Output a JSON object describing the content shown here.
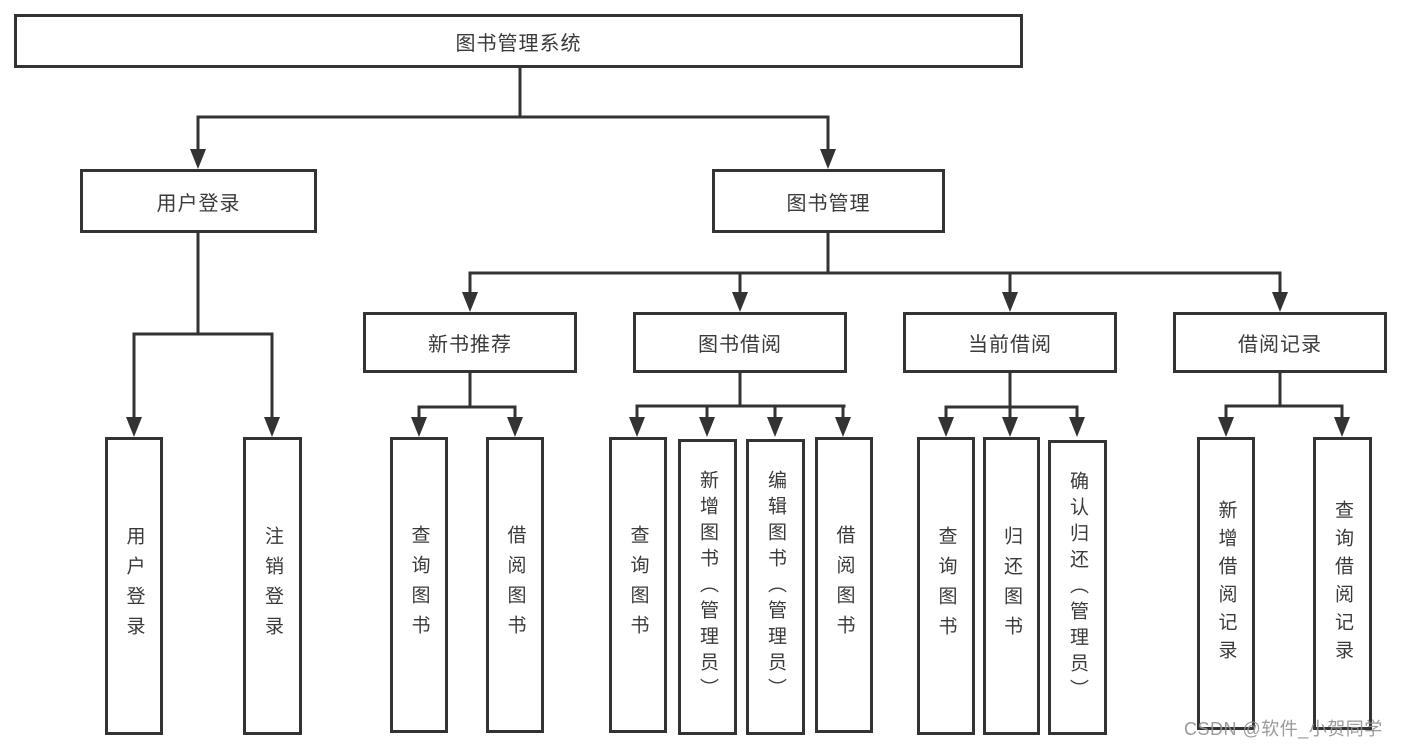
{
  "diagram": {
    "root": {
      "label": "图书管理系统"
    },
    "branches": [
      {
        "label": "用户登录",
        "children": [
          {
            "label": "用户登录"
          },
          {
            "label": "注销登录"
          }
        ]
      },
      {
        "label": "图书管理",
        "children": [
          {
            "label": "新书推荐",
            "children": [
              {
                "label": "查询图书"
              },
              {
                "label": "借阅图书"
              }
            ]
          },
          {
            "label": "图书借阅",
            "children": [
              {
                "label": "查询图书"
              },
              {
                "label": "新增图书（管理员）"
              },
              {
                "label": "编辑图书（管理员）"
              },
              {
                "label": "借阅图书"
              }
            ]
          },
          {
            "label": "当前借阅",
            "children": [
              {
                "label": "查询图书"
              },
              {
                "label": "归还图书"
              },
              {
                "label": "确认归还（管理员）"
              }
            ]
          },
          {
            "label": "借阅记录",
            "children": [
              {
                "label": "新增借阅记录"
              },
              {
                "label": "查询借阅记录"
              }
            ]
          }
        ]
      }
    ]
  },
  "watermark": {
    "text": "CSDN @软件_小贺同学"
  },
  "colors": {
    "line": "#333333",
    "box_border": "#333333",
    "box_fill": "#ffffff",
    "text": "#3a3a3a",
    "watermark": "#919191"
  }
}
